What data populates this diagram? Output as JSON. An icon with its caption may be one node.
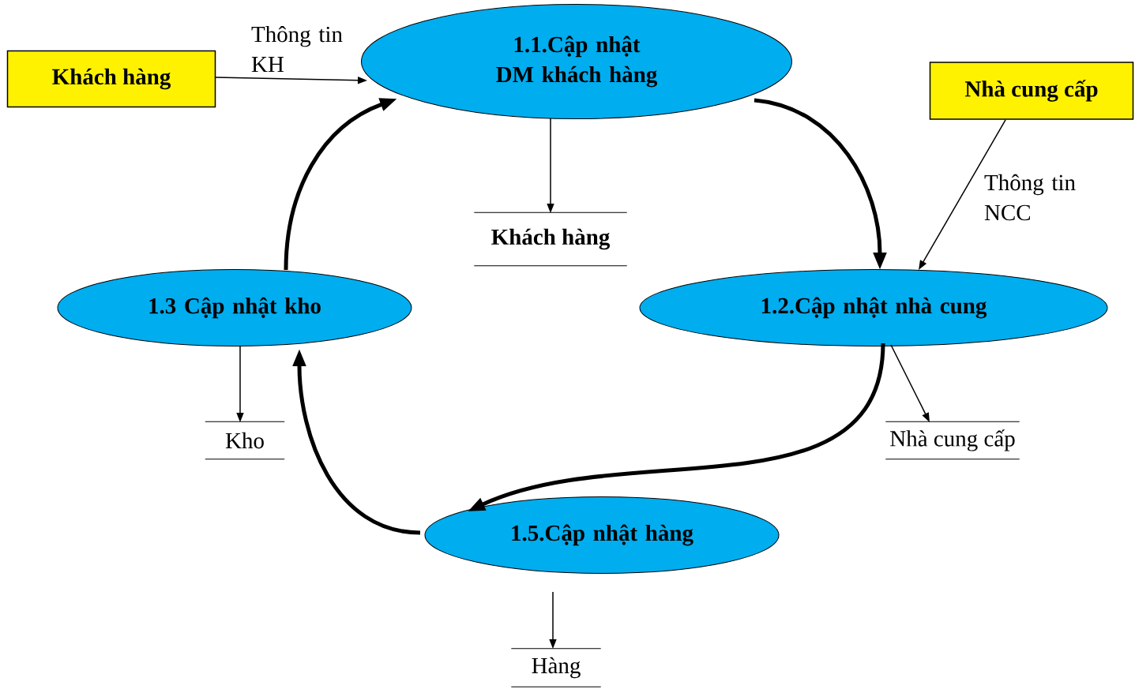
{
  "diagram": {
    "nodes": [
      {
        "text": [
          "Khách hàng"
        ]
      },
      {
        "text": [
          "1.1.Cập nhật DM khách hàng"
        ]
      },
      {
        "text": [
          "Nhà cung cấp"
        ]
      },
      {
        "text": [
          "Khách hàng"
        ]
      },
      {
        "text": [
          "1.3 Cập nhật kho"
        ]
      },
      {
        "text": [
          "1.2.Cập nhật nhà cung"
        ]
      },
      {
        "text": [
          "Kho"
        ]
      },
      {
        "text": [
          "Nhà cung cấp"
        ]
      },
      {
        "text": [
          "1.5.Cập nhật hàng"
        ]
      },
      {
        "text": [
          "Hàng"
        ]
      }
    ],
    "edges": [
      {
        "from": 0,
        "to": 1,
        "arrow": "to",
        "label": "Thông tin KH"
      },
      {
        "from": 1,
        "to": 3,
        "arrow": "to"
      },
      {
        "from": 1,
        "to": 5,
        "arrow": "to",
        "style": "thick"
      },
      {
        "from": 2,
        "to": 5,
        "arrow": "to",
        "label": "Thông tin NCC"
      },
      {
        "from": 5,
        "to": 7,
        "arrow": "to"
      },
      {
        "from": 5,
        "to": 8,
        "arrow": "to",
        "style": "thick"
      },
      {
        "from": 8,
        "to": 4,
        "arrow": "to",
        "style": "thick"
      },
      {
        "from": 4,
        "to": 6,
        "arrow": "to"
      },
      {
        "from": 4,
        "to": 1,
        "arrow": "to",
        "style": "thick"
      },
      {
        "from": 8,
        "to": 9,
        "arrow": "to"
      }
    ]
  }
}
